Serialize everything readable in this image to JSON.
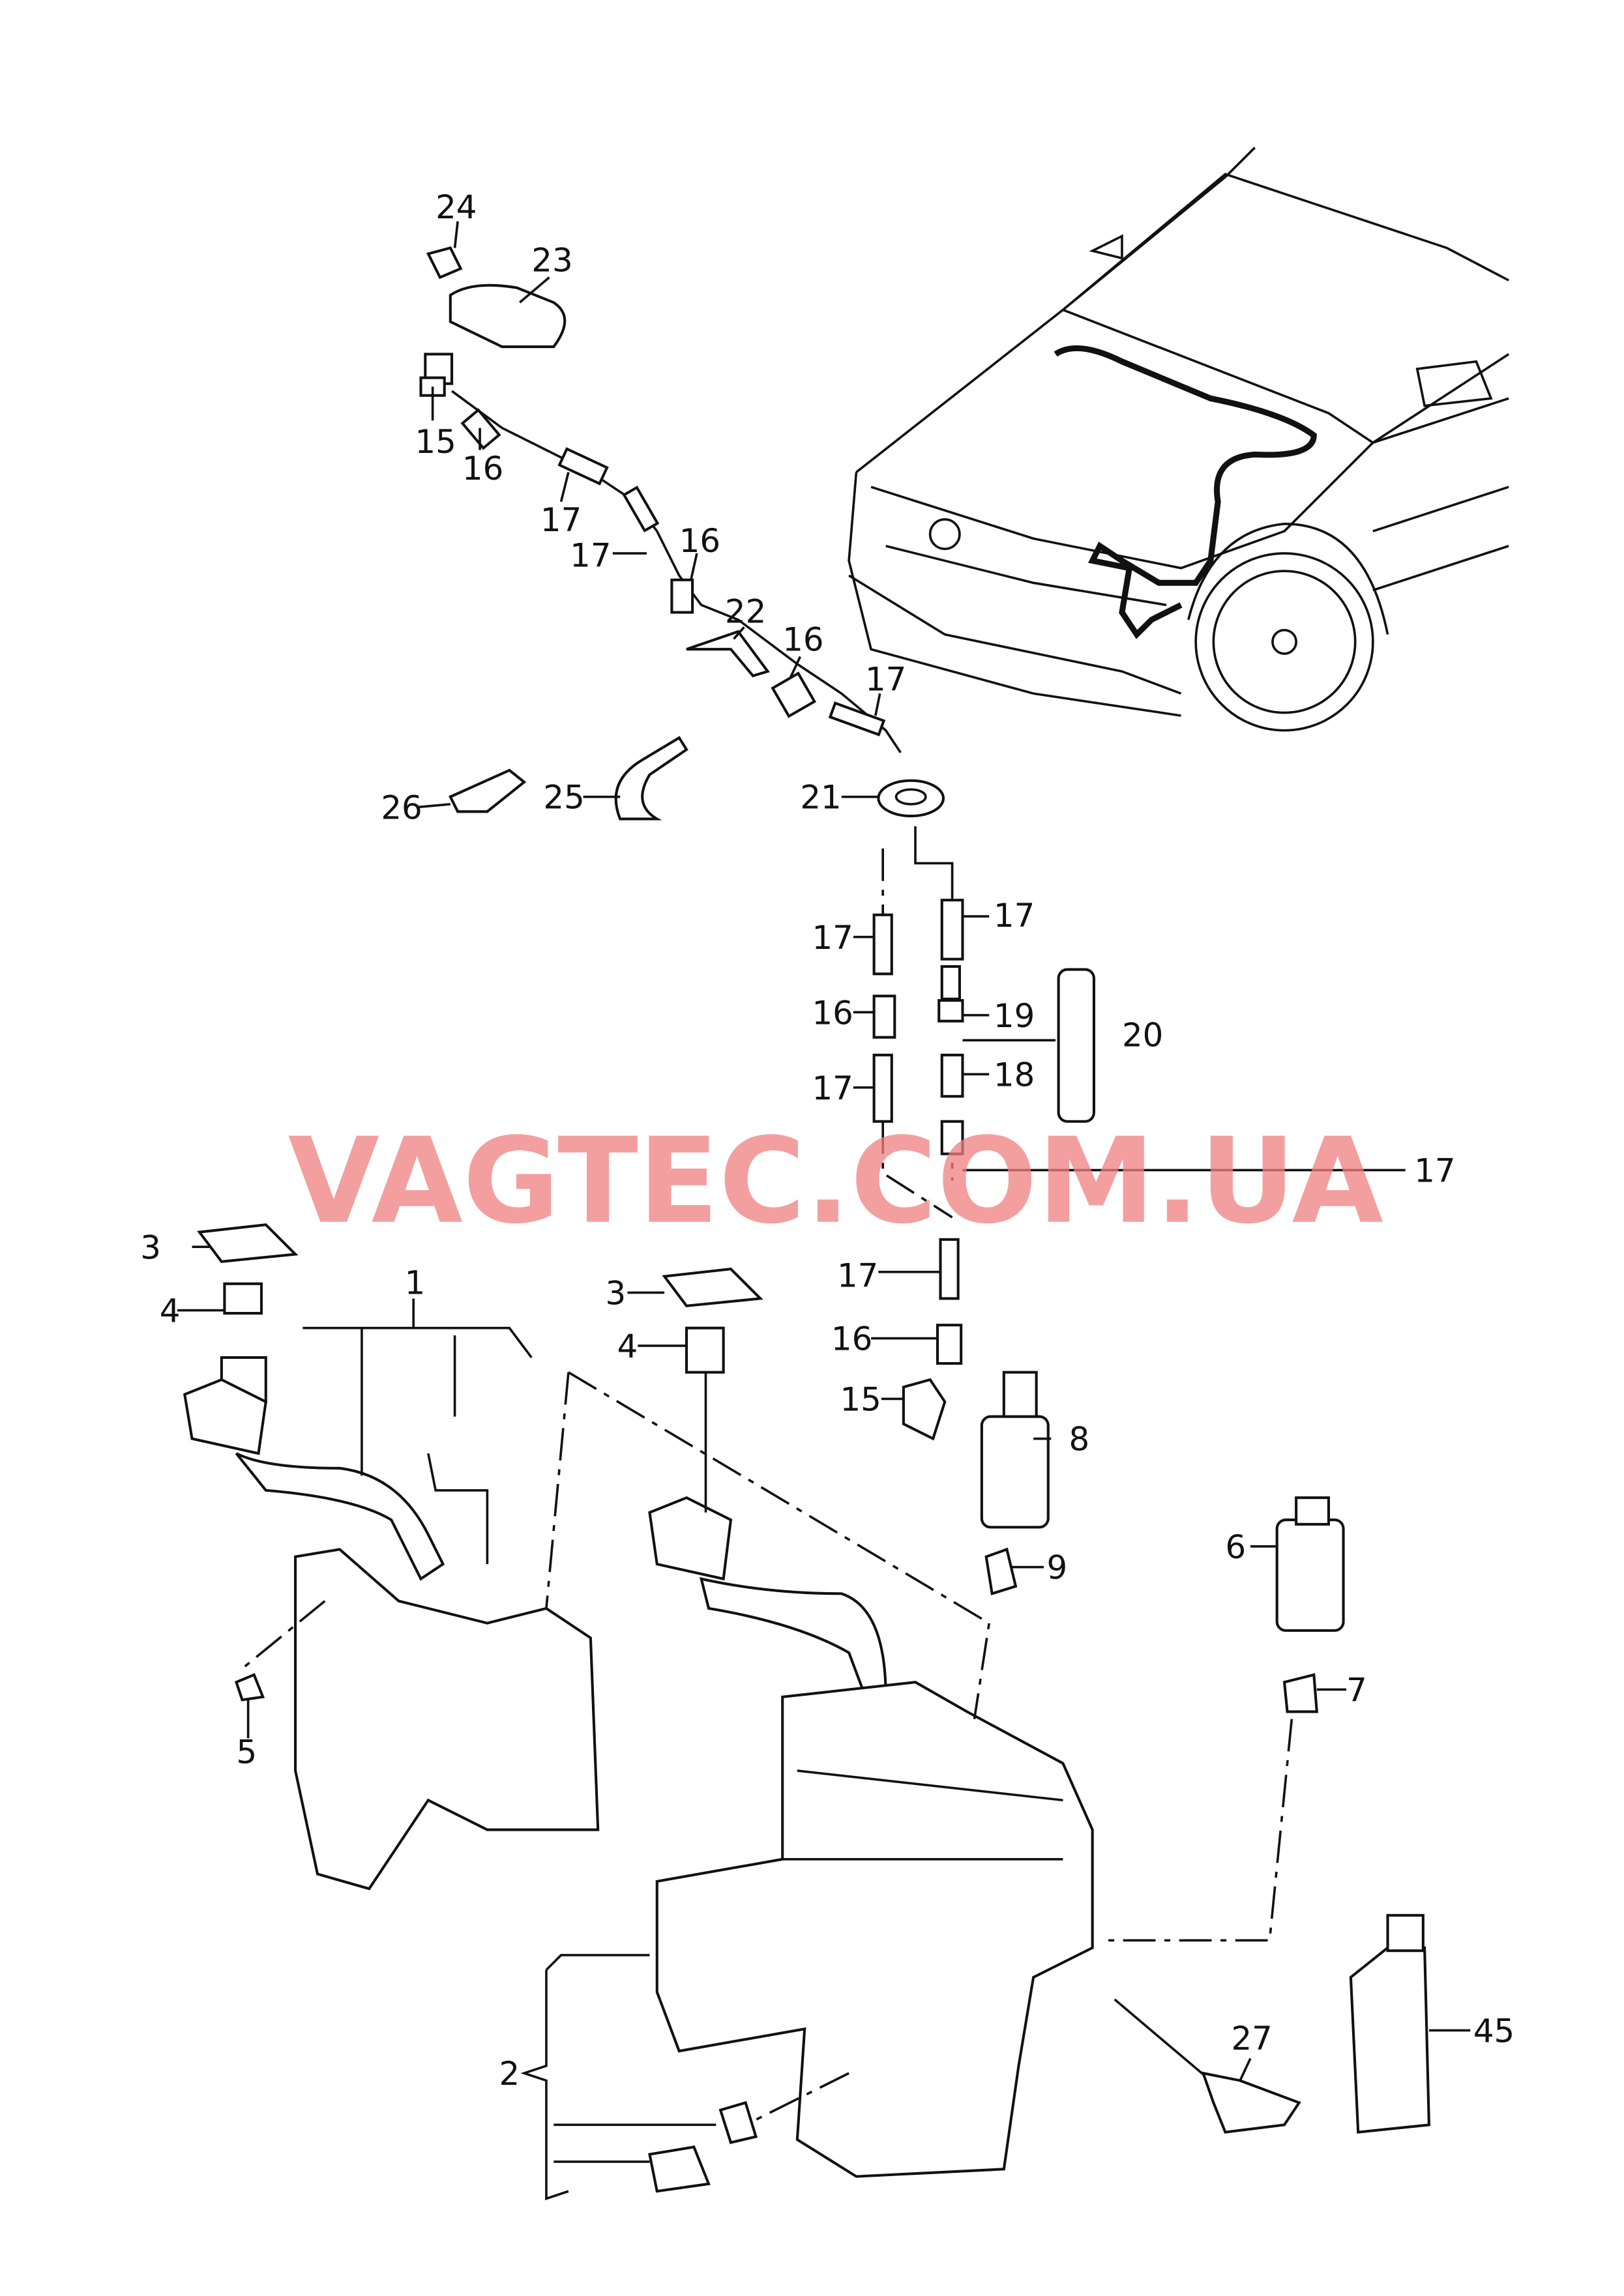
{
  "watermark": "VAGTEC.COM.UA",
  "labels": [
    "24",
    "23",
    "15",
    "16",
    "17",
    "17",
    "16",
    "22",
    "16",
    "17",
    "26",
    "25",
    "21",
    "17",
    "17",
    "16",
    "17",
    "19",
    "18",
    "20",
    "17",
    "17",
    "16",
    "15",
    "8",
    "3",
    "4",
    "1",
    "3",
    "4",
    "5",
    "6",
    "7",
    "9",
    "2",
    "27",
    "45"
  ]
}
